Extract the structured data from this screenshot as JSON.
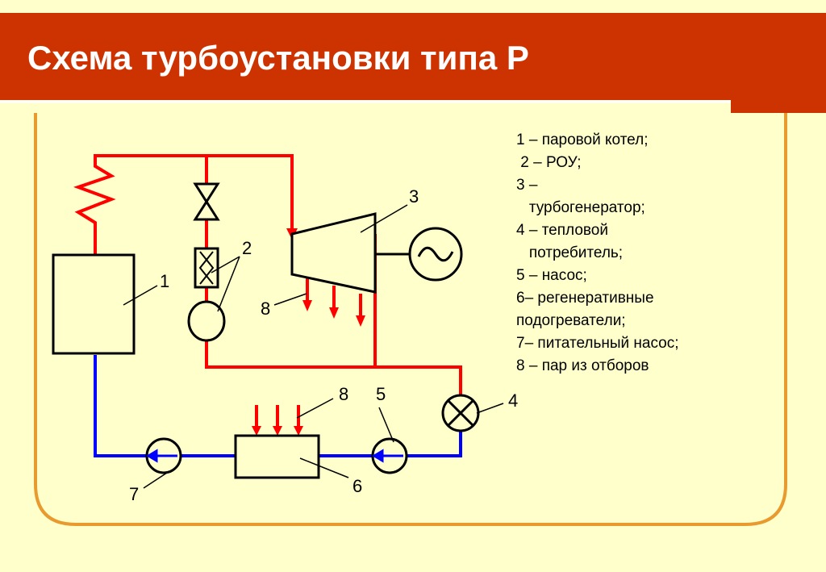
{
  "slide": {
    "title": "Схема турбоустановки типа Р"
  },
  "legend": [
    "1 – паровой котел;",
    " 2 – РОУ;",
    "3 –",
    "   турбогенератор;",
    "4 – тепловой",
    "   потребитель;",
    "5 – насос;",
    "6– регенеративные",
    "подогреватели;",
    "7– питательный насос;",
    "8 – пар из отборов"
  ],
  "diagram_labels": {
    "boiler": "1",
    "rou": "2",
    "turbogenerator": "3",
    "heat_consumer": "4",
    "pump": "5",
    "heater": "6",
    "feed_pump": "7",
    "extraction_turbine": "8",
    "extraction_heater": "8"
  },
  "colors": {
    "header": "#CC3300",
    "frame": "#E89A2E",
    "background": "#FFFFCC",
    "steam_line": "#FF0000",
    "water_line": "#0000FF"
  }
}
